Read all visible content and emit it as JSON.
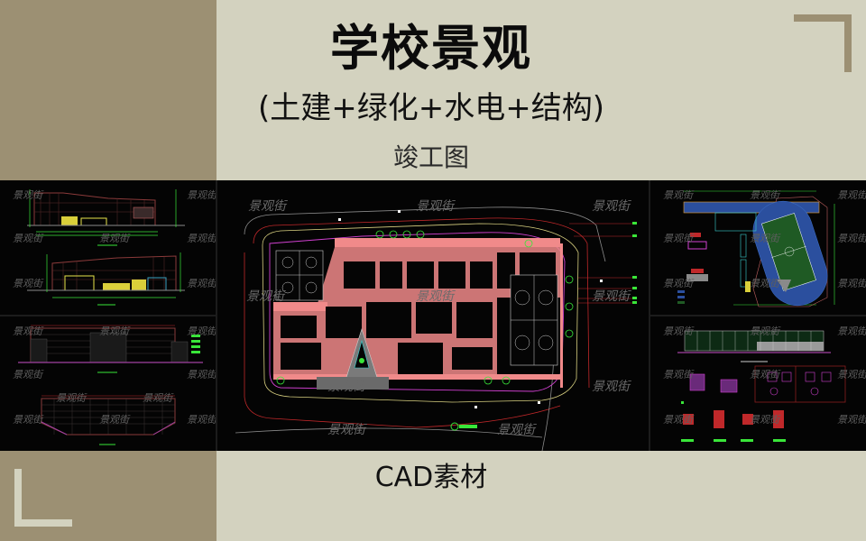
{
  "header": {
    "title": "学校景观",
    "subtitle": "(土建+绿化+水电+结构)",
    "caption": "竣工图"
  },
  "footer": {
    "label": "CAD素材"
  },
  "watermark": "景观街",
  "colors": {
    "background": "#d3d2bf",
    "accent_khaki": "#9c9073",
    "panel_bg": "#040404",
    "cad_pink": "#f08a8a",
    "cad_green": "#39e639",
    "cad_yellow": "#e8e34a",
    "cad_blue": "#2b4f9e",
    "cad_red": "#c0282a",
    "cad_magenta": "#d040d0"
  },
  "panels": [
    {
      "id": "elevation-1",
      "content": "building elevation drawings (2 views)"
    },
    {
      "id": "elevation-2",
      "content": "wall elevation and section drawings"
    },
    {
      "id": "site-plan",
      "content": "school site master plan"
    },
    {
      "id": "sports-field",
      "content": "running track and football field plan"
    },
    {
      "id": "details",
      "content": "fence elevation and foundation details"
    }
  ]
}
